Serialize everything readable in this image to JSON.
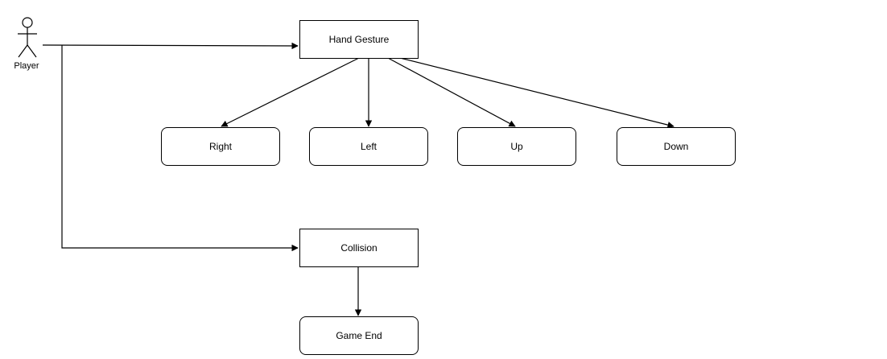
{
  "diagram": {
    "actor": {
      "label": "Player",
      "icon": "stick-figure-icon"
    },
    "nodes": {
      "hand_gesture": "Hand Gesture",
      "right": "Right",
      "left": "Left",
      "up": "Up",
      "down": "Down",
      "collision": "Collision",
      "game_end": "Game End"
    },
    "edges": [
      {
        "from": "Player",
        "to": "Hand Gesture"
      },
      {
        "from": "Player",
        "to": "Collision"
      },
      {
        "from": "Hand Gesture",
        "to": "Right"
      },
      {
        "from": "Hand Gesture",
        "to": "Left"
      },
      {
        "from": "Hand Gesture",
        "to": "Up"
      },
      {
        "from": "Hand Gesture",
        "to": "Down"
      },
      {
        "from": "Collision",
        "to": "Game End"
      }
    ],
    "colors": {
      "stroke": "#000000",
      "fill": "#ffffff",
      "text": "#000000"
    }
  }
}
